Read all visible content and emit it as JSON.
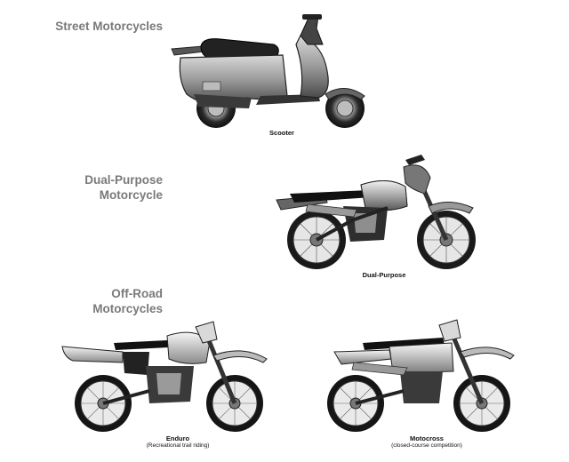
{
  "sections": {
    "street": {
      "heading_lines": [
        "Street Motorcycles"
      ]
    },
    "dual": {
      "heading_lines": [
        "Dual-Purpose",
        "Motorcycle"
      ]
    },
    "offroad": {
      "heading_lines": [
        "Off-Road",
        "Motorcycles"
      ]
    }
  },
  "bikes": {
    "scooter": {
      "caption": "Scooter",
      "icon": "scooter-illustration"
    },
    "dual_purpose": {
      "caption": "Dual-Purpose",
      "icon": "dual-purpose-motorcycle-illustration"
    },
    "enduro": {
      "caption": "Enduro",
      "subcaption": "(Recreational trail riding)",
      "icon": "enduro-motorcycle-illustration"
    },
    "motocross": {
      "caption": "Motocross",
      "subcaption": "(closed-course competition)",
      "icon": "motocross-motorcycle-illustration"
    }
  }
}
